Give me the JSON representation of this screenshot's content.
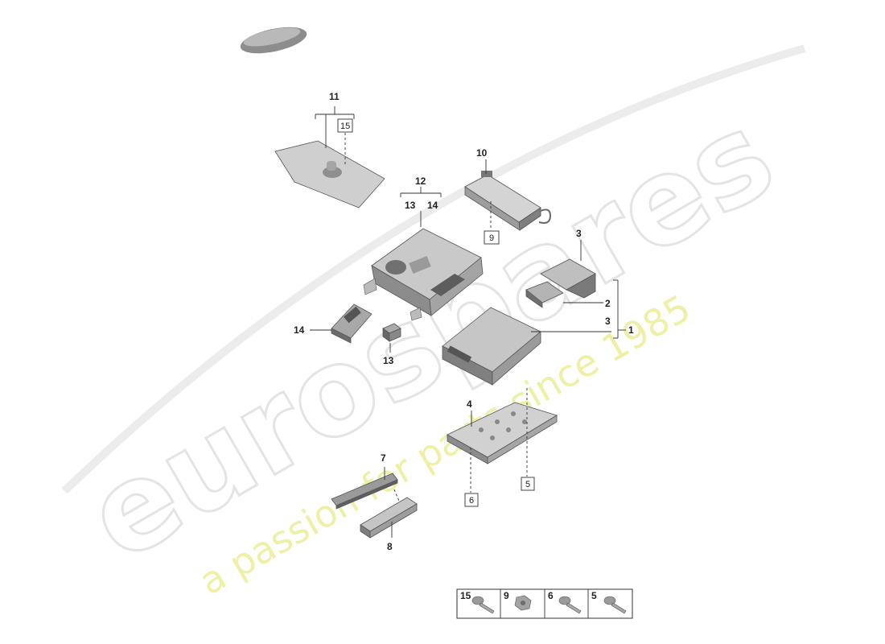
{
  "watermark": {
    "brand": "eurospares",
    "slogan": "a passion for parts since 1985"
  },
  "callouts": {
    "c1": "1",
    "c2": "2",
    "c3a": "3",
    "c3b": "3",
    "c4": "4",
    "c7": "7",
    "c8": "8",
    "c10": "10",
    "c11": "11",
    "c12": "12",
    "c13a": "13",
    "c13b": "13",
    "c14a": "14",
    "c14b": "14"
  },
  "boxed_refs": {
    "b15": "15",
    "b9": "9",
    "b5": "5",
    "b6": "6"
  },
  "fastener_legend": [
    {
      "number": "15",
      "icon": "screw-icon"
    },
    {
      "number": "9",
      "icon": "nut-icon"
    },
    {
      "number": "6",
      "icon": "screw-icon"
    },
    {
      "number": "5",
      "icon": "screw-icon"
    }
  ],
  "colors": {
    "part_fill": "#bdbdbd",
    "part_dark": "#6e6e6e",
    "watermark_grey": "#e4e4e4",
    "watermark_yellow": "#eef0a6"
  }
}
